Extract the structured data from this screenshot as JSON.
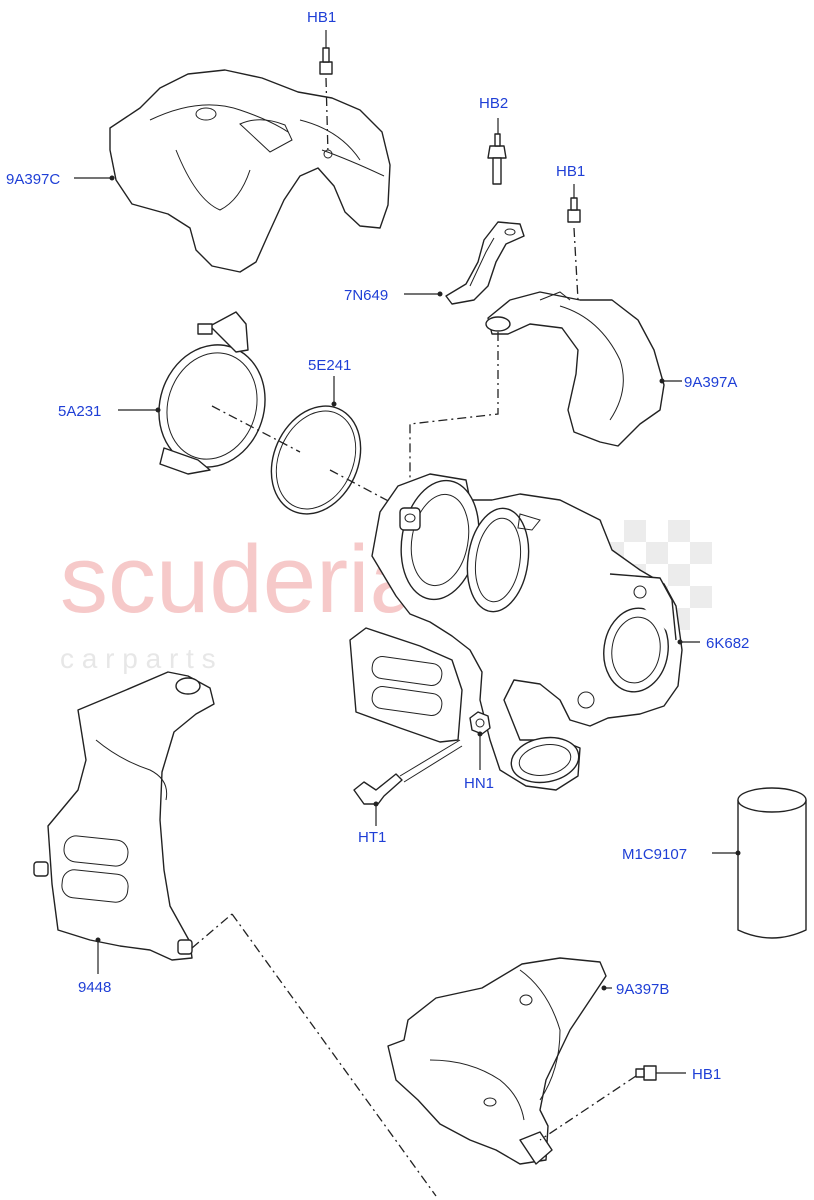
{
  "watermark": {
    "brand": "scuderia",
    "tagline": "c a r   p a r t s"
  },
  "labels": {
    "hb1_top": "HB1",
    "hb2": "HB2",
    "hb1_mid": "HB1",
    "hb1_bottom": "HB1",
    "heatshield_c": "9A397C",
    "heatshield_a": "9A397A",
    "heatshield_b": "9A397B",
    "bracket": "7N649",
    "clamp": "5A231",
    "gasket_ring": "5E241",
    "turbocharger": "6K682",
    "hn1": "HN1",
    "ht1": "HT1",
    "sealant": "M1C9107",
    "flange_gasket": "9448"
  }
}
